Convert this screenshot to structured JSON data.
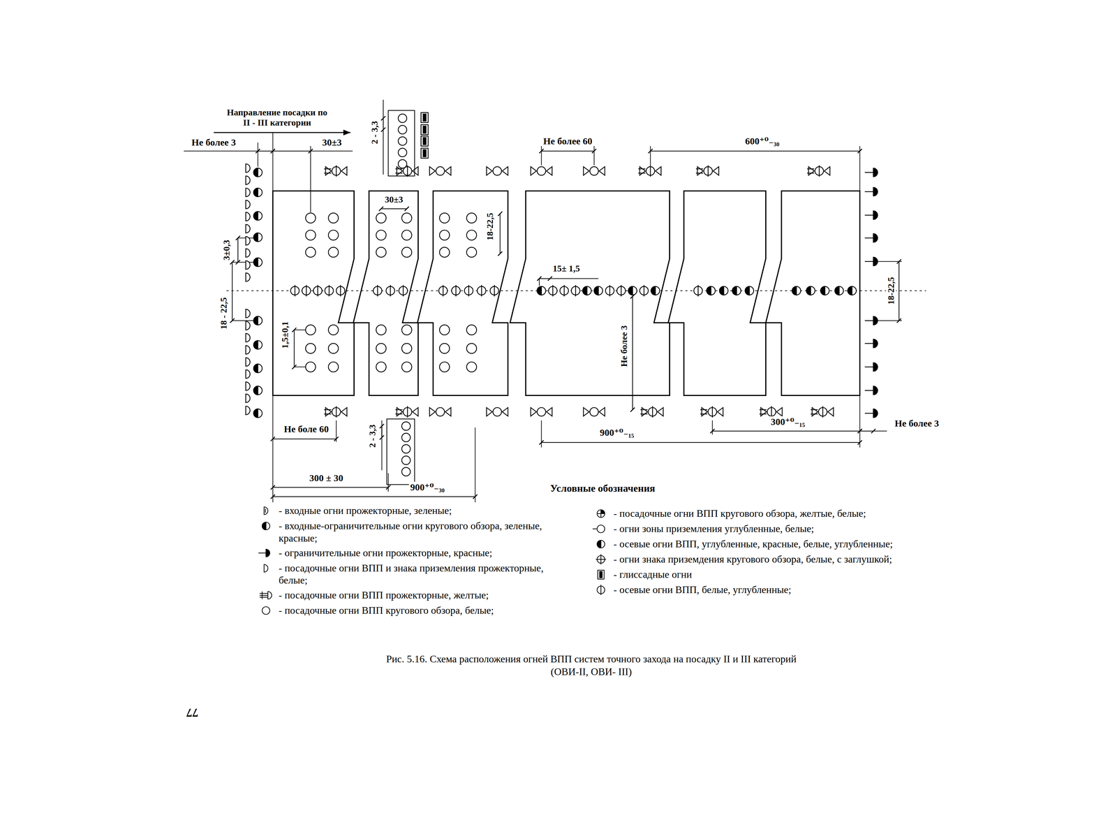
{
  "diagram": {
    "caption": "Рис. 5.16. Схема расположения огней ВПП систем точного захода на посадку II и III категорий (ОВИ-II, ОВИ- III)",
    "labels": [
      "Направление посадки по II - III категории",
      "Не более 3",
      "30±3",
      "2 - 3,3",
      "Не более 60",
      "600⁺⁰₋₃₀",
      "30±3",
      "18-22,5",
      "3±0,3",
      "18 - 22,5",
      "1,5±0,1",
      "15± 1,5",
      "Не более 3",
      "18-22,5",
      "Не боле 60",
      "2 - 3,3",
      "300 ± 30",
      "900⁺⁰₋₃₀",
      "900⁺⁰₋₁₅",
      "300⁺⁰₋₁₅",
      "Не более 3",
      "Условные обозначения",
      "77"
    ],
    "legend": [
      {
        "text": "- входные огни прожекторные, зеленые;"
      },
      {
        "text": "- входные-ограничительные огни кругового обзора, зеленые, красные;"
      },
      {
        "text": "- ограничительные огни прожекторные, красные;"
      },
      {
        "text": "- посадочные огни ВПП и знака приземления прожекторные, белые;"
      },
      {
        "text": "- посадочные огни ВПП прожекторные, желтые;"
      },
      {
        "text": "- посадочные огни ВПП кругового обзора, белые;"
      },
      {
        "text": "- посадочные огни ВПП кругового обзора, желтые, белые;"
      },
      {
        "text": "- огни зоны приземления углубленные, белые;"
      },
      {
        "text": "- осевые огни ВПП, углубленные, красные, белые, углубленные;"
      },
      {
        "text": "- огни знака приземдения кругового обзора, белые, с заглушкой;"
      },
      {
        "text": "- глиссадные огни"
      },
      {
        "text": "- осевые огни ВПП, белые, углубленные;"
      }
    ]
  }
}
